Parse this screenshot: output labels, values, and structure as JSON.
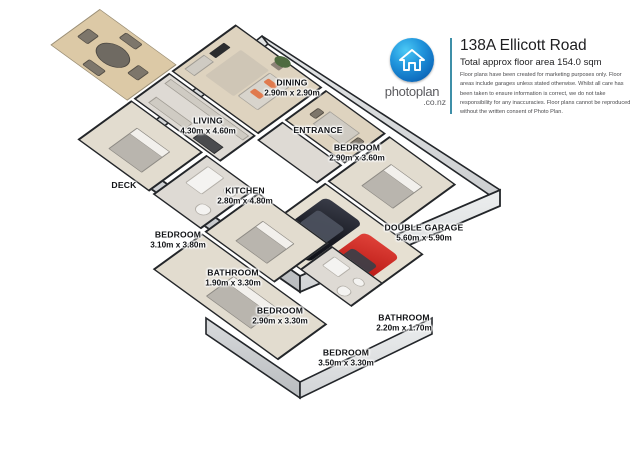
{
  "header": {
    "logo": {
      "icon": "house-in-circle-logo",
      "wordmark": "photoplan",
      "domain": ".co.nz"
    },
    "property_title": "138A Ellicott Road",
    "floor_area": "Total approx floor area 154.0 sqm",
    "disclaimer": "Floor plans have been created for marketing purposes only. Floor areas include garages unless stated otherwise. Whilst all care has been taken to ensure information is correct, we do not take responsibility for any inaccuracies. Floor plans cannot be reproduced without the written consent of Photo Plan."
  },
  "plan": {
    "rooms": [
      {
        "id": "dining",
        "name": "DINING",
        "dimensions": "2.90m x 2.90m"
      },
      {
        "id": "living",
        "name": "LIVING",
        "dimensions": "4.30m x 4.60m"
      },
      {
        "id": "entrance",
        "name": "ENTRANCE",
        "dimensions": ""
      },
      {
        "id": "bedroom1",
        "name": "BEDROOM",
        "dimensions": "2.90m x 3.60m"
      },
      {
        "id": "kitchen",
        "name": "KITCHEN",
        "dimensions": "2.80m x 4.80m"
      },
      {
        "id": "garage",
        "name": "DOUBLE GARAGE",
        "dimensions": "5.60m x 5.90m"
      },
      {
        "id": "deck",
        "name": "DECK",
        "dimensions": ""
      },
      {
        "id": "bedroom2",
        "name": "BEDROOM",
        "dimensions": "3.10m x 3.80m"
      },
      {
        "id": "bathroom1",
        "name": "BATHROOM",
        "dimensions": "1.90m x 3.30m"
      },
      {
        "id": "bedroom3",
        "name": "BEDROOM",
        "dimensions": "2.90m x 3.30m"
      },
      {
        "id": "bathroom2",
        "name": "BATHROOM",
        "dimensions": "2.20m x 1.70m"
      },
      {
        "id": "bedroom4",
        "name": "BEDROOM",
        "dimensions": "3.50m x 3.30m"
      }
    ],
    "vehicles": [
      {
        "id": "car-suv",
        "name": "dark-suv",
        "color": "#1a1c24"
      },
      {
        "id": "car-sports",
        "name": "red-sports-car",
        "color": "#c01f1a"
      }
    ],
    "colors": {
      "wall_outline": "#23262a",
      "wall_exterior": "#c9cbcd",
      "floor_wood": "#ded3bf",
      "floor_tile": "#dedad4",
      "deck_timber": "#dcc9a6",
      "logo_blue": "#2196dd",
      "divider_teal": "#3e8fa8"
    }
  }
}
